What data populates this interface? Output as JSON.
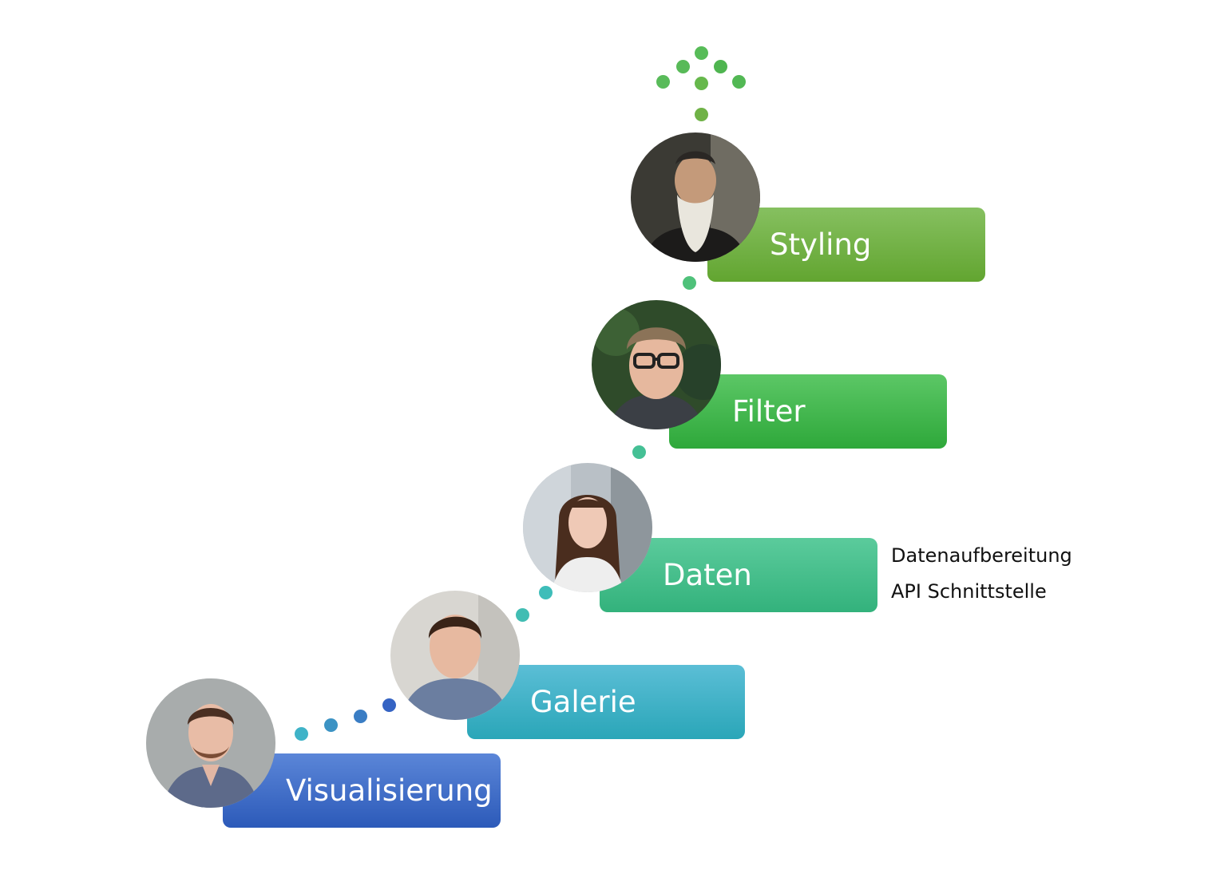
{
  "steps": [
    {
      "label": "Visualisierung",
      "color": "#3b68c8"
    },
    {
      "label": "Galerie",
      "color": "#3ab2c6"
    },
    {
      "label": "Daten",
      "color": "#42bf8b"
    },
    {
      "label": "Filter",
      "color": "#3fb84a"
    },
    {
      "label": "Styling",
      "color": "#72b046"
    }
  ],
  "daten_notes": [
    "Datenaufbereitung",
    "API Schnittstelle"
  ]
}
